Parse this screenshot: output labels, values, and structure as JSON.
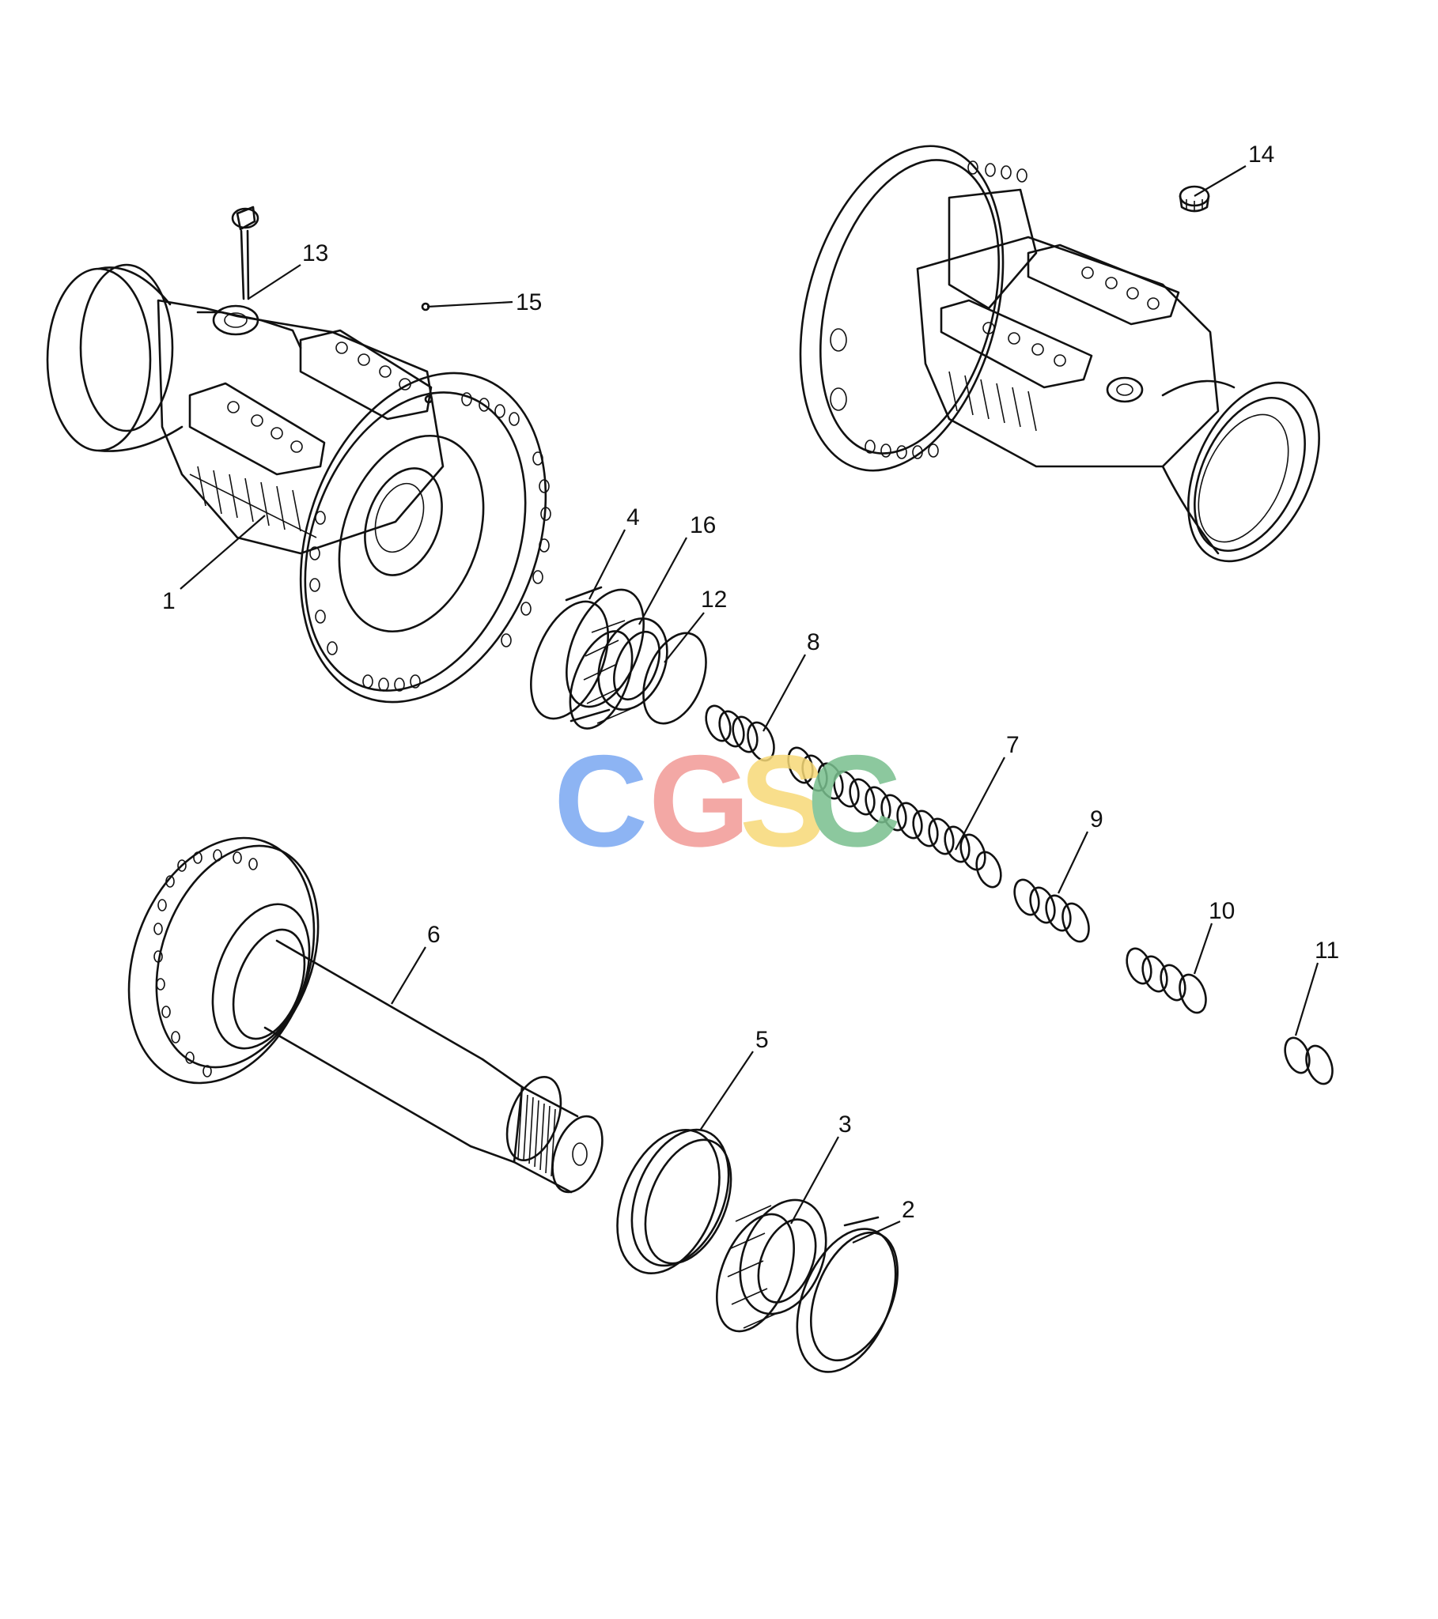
{
  "part_labels": [
    "1",
    "2",
    "3",
    "4",
    "5",
    "6",
    "7",
    "8",
    "9",
    "10",
    "11",
    "12",
    "13",
    "14",
    "15",
    "16"
  ],
  "watermark": {
    "letters": [
      "C",
      "G",
      "S",
      "C"
    ],
    "colors": [
      "#7aa7f2",
      "#f19a96",
      "#f7d977",
      "#79bf8e"
    ]
  },
  "line_color": "#111111",
  "background": "#ffffff"
}
